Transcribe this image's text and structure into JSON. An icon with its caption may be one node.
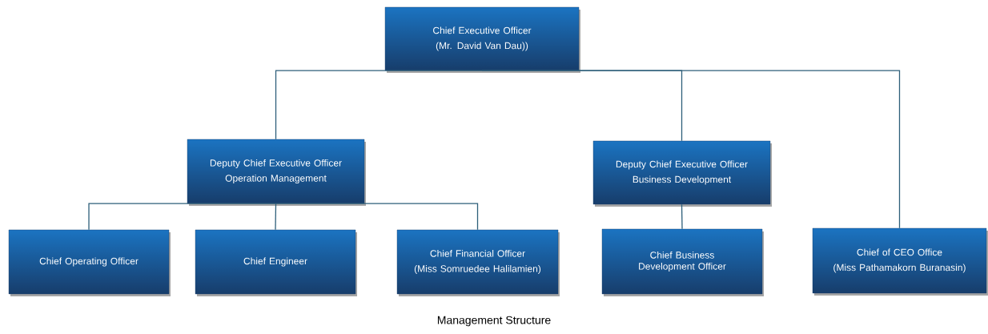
{
  "diagram": {
    "caption": "Management Structure",
    "nodes": [
      {
        "text": [
          "Chief Executive Officer",
          "(Mr. David Van Dau))"
        ]
      },
      {
        "text": [
          "Deputy Chief Executive Officer",
          "Operation Management"
        ]
      },
      {
        "text": [
          "Deputy Chief Executive Officer",
          "Business Development"
        ]
      },
      {
        "text": [
          "Chief Operating Officer"
        ]
      },
      {
        "text": [
          "Chief Engineer"
        ]
      },
      {
        "text": [
          "Chief Financial Officer",
          "(Miss Somruedee Halilamien)"
        ]
      },
      {
        "text": [
          "Chief Business Development Officer"
        ]
      },
      {
        "text": [
          "Chief of CEO Office",
          "(Miss Pathamakorn Buranasin)"
        ]
      }
    ],
    "edges": [
      {
        "from": 0,
        "to": 1,
        "arrow": "none"
      },
      {
        "from": 0,
        "to": 2,
        "arrow": "none"
      },
      {
        "from": 0,
        "to": 7,
        "arrow": "none"
      },
      {
        "from": 1,
        "to": 3,
        "arrow": "none"
      },
      {
        "from": 1,
        "to": 4,
        "arrow": "none"
      },
      {
        "from": 1,
        "to": 5,
        "arrow": "none"
      },
      {
        "from": 2,
        "to": 6,
        "arrow": "none"
      }
    ]
  }
}
